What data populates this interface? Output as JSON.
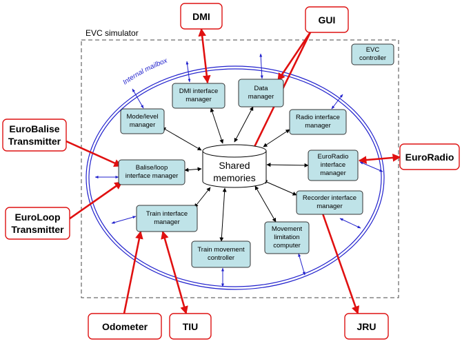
{
  "simulator_label": "EVC simulator",
  "mailbox_label": "Internal mailbox",
  "shared_memories": "Shared\nmemories",
  "modules": {
    "evc_controller": "EVC\ncontroller",
    "dmi_interface_manager": "DMI interface\nmanager",
    "data_manager": "Data\nmanager",
    "mode_level_manager": "Mode/level\nmanager",
    "radio_interface_manager": "Radio interface\nmanager",
    "euroradio_interface_manager": "EuroRadio\ninterface\nmanager",
    "balise_loop_interface_manager": "Balise/loop\ninterface manager",
    "recorder_interface_manager": "Recorder interface\nmanager",
    "train_interface_manager": "Train interface\nmanager",
    "movement_limitation_computer": "Movement\nlimitation\ncomputer",
    "train_movement_controller": "Train movement\ncontroller"
  },
  "external": {
    "dmi": "DMI",
    "gui": "GUI",
    "eurobalise": "EuroBalise\nTransmitter",
    "euroloop": "EuroLoop\nTransmitter",
    "euroradio": "EuroRadio",
    "odometer": "Odometer",
    "tiu": "TIU",
    "jru": "JRU"
  },
  "colors": {
    "module_fill": "#bfe3e8",
    "external_border": "#dd1111",
    "red_arrow": "#e01010",
    "blue_arrow": "#1f1fcc",
    "mailbox_ellipse": "#1f1fcc"
  }
}
